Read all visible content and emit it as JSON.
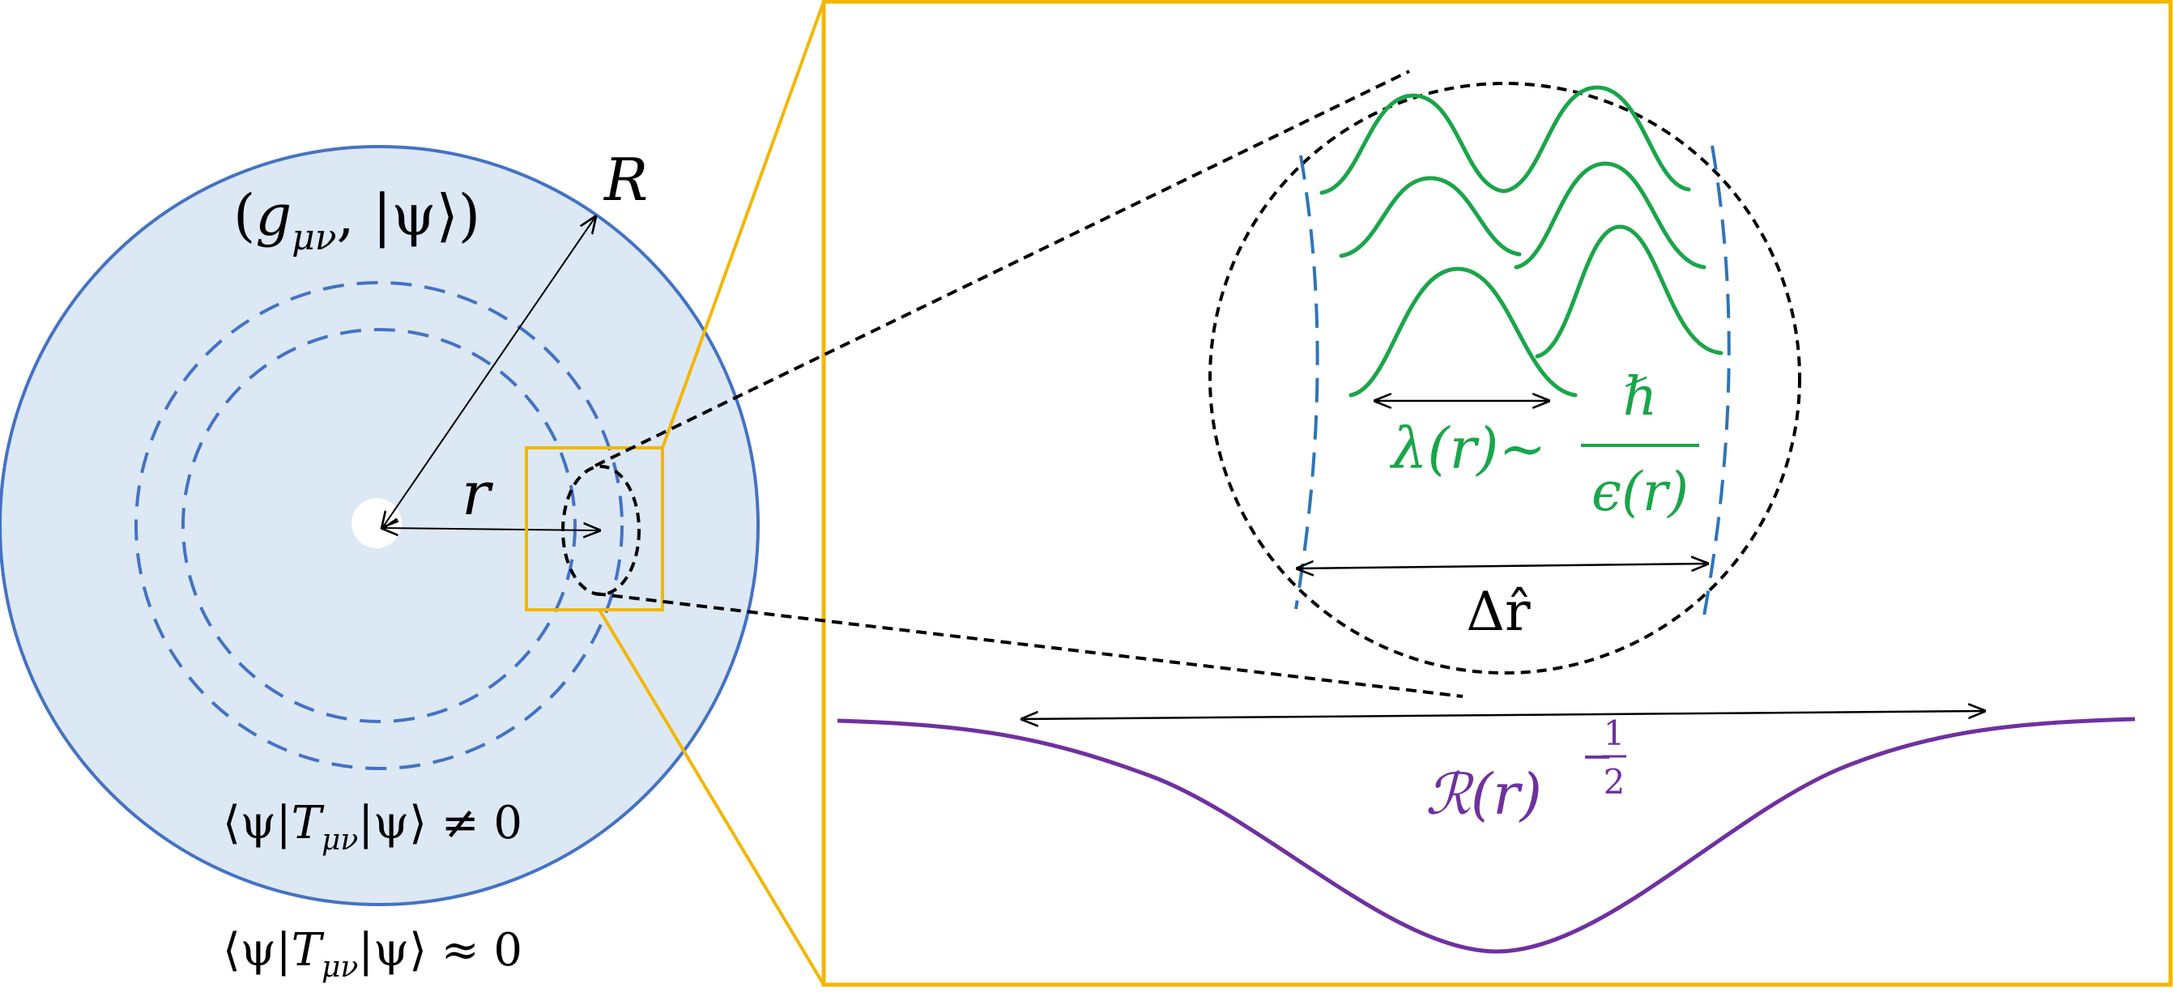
{
  "labels": {
    "state_pair": "(gμν, |ψ⟩)",
    "state_g": "g",
    "state_sub": "μν",
    "state_rest": ", |ψ⟩)",
    "state_open": "(",
    "outer_radius": "R",
    "inner_radius": "r",
    "expect_inside_left": "⟨ψ|",
    "expect_T": "T",
    "expect_sub": "μν",
    "expect_inside_right": "|ψ⟩ ≠ 0",
    "expect_outside_right": "|ψ⟩ ≈ 0",
    "wavelength_lhs": "λ(r)~",
    "wavelength_num": "ℏ",
    "wavelength_den": "ϵ(r)",
    "delta_r": "Δr̂",
    "curvature_base": "ℛ(r)",
    "curvature_exp_sign": "−",
    "curvature_exp_num": "1",
    "curvature_exp_den": "2"
  },
  "colors": {
    "disk_fill": "#dde8f5",
    "disk_stroke": "#4472c4",
    "dashed_ring": "#4472c4",
    "zoom_box": "#f2b705",
    "wavepacket": "#1aa54a",
    "curvature_curve": "#7030a0",
    "region_boundary": "#2e75b6",
    "arrows": "#000000"
  }
}
